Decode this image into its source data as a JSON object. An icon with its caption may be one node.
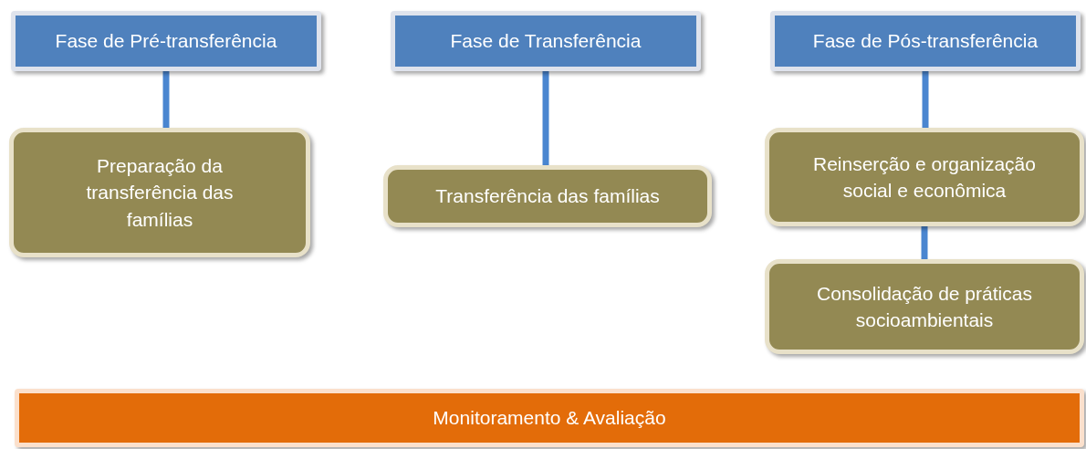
{
  "diagram": {
    "nodes": [
      {
        "text": [
          "Fase de Pré-transferência"
        ]
      },
      {
        "text": [
          "Preparação da transferência das famílias"
        ]
      },
      {
        "text": [
          "Fase de Transferência"
        ]
      },
      {
        "text": [
          "Transferência das famílias"
        ]
      },
      {
        "text": [
          "Fase de Pós-transferência"
        ]
      },
      {
        "text": [
          "Reinserção e organização social e econômica"
        ]
      },
      {
        "text": [
          "Consolidação de práticas socioambientais"
        ]
      },
      {
        "text": [
          "Monitoramento & Avaliação"
        ]
      }
    ],
    "edges": [
      {
        "from": 0,
        "to": 1,
        "arrow": "none"
      },
      {
        "from": 2,
        "to": 3,
        "arrow": "none"
      },
      {
        "from": 4,
        "to": 5,
        "arrow": "none"
      },
      {
        "from": 5,
        "to": 6,
        "arrow": "none"
      }
    ]
  }
}
